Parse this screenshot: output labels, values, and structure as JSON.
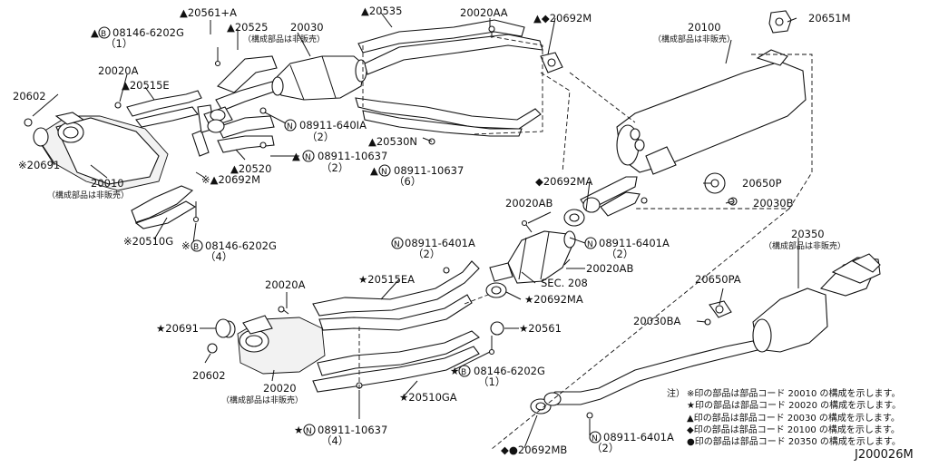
{
  "diagram_code": "J200026M",
  "labels": {
    "p20561A": "▲20561+A",
    "p20525": "▲20525",
    "p20030": "20030",
    "p20030_note": "（構成部品は非販売）",
    "p20535": "▲20535",
    "p20020AA": "20020AA",
    "p20692M_top": "▲◆20692M",
    "p20100": "20100",
    "p20100_note": "（構成部品は非販売）",
    "p20651M": "20651M",
    "bolt_top": "08146-6202G",
    "bolt_top_qty": "（1）",
    "bolt_top_prefix": "▲",
    "p20020A_top": "20020A",
    "p20515E": "▲20515E",
    "p20602_top": "20602",
    "p20691_top": "※20691",
    "p20010": "20010",
    "p20010_note": "（構成部品は非販売）",
    "nut_640IA": "08911-640IA",
    "nut_640IA_qty": "（2）",
    "p20530N": "▲20530N",
    "nut_10637_a": "08911-10637",
    "nut_10637_a_qty": "（2）",
    "nut_10637_a_prefix": "▲",
    "p20520": "▲20520",
    "nut_10637_b": "08911-10637",
    "nut_10637_b_qty": "（6）",
    "nut_10637_b_prefix": "▲",
    "p20692M_left": "※▲20692M",
    "p20692MA_top": "◆20692MA",
    "p20650P": "20650P",
    "p20030B": "20030B",
    "p20510G": "※20510G",
    "bolt_left": "08146-6202G",
    "bolt_left_qty": "（4）",
    "bolt_left_prefix": "※",
    "p20020AB_top": "20020AB",
    "nut_6401A_mid": "08911-6401A",
    "nut_6401A_mid_qty": "（2）",
    "nut_6401A_right": "08911-6401A",
    "nut_6401A_right_qty": "（2）",
    "p20350": "20350",
    "p20350_note": "（構成部品は非販売）",
    "p20020AB_mid": "20020AB",
    "p20515EA": "★20515EA",
    "sec208": "SEC. 208",
    "p20650PA": "20650PA",
    "p20020A_low": "20020A",
    "p20692MA_low": "★20692MA",
    "p20030BA": "20030BA",
    "p20691_low": "★20691",
    "p20561": "★20561",
    "p20602_low": "20602",
    "bolt_low": "08146-6202G",
    "bolt_low_qty": "（1）",
    "bolt_low_prefix": "★",
    "p20020": "20020",
    "p20020_note": "（構成部品は非販売）",
    "p20510GA": "★20510GA",
    "nut_10637_c": "08911-10637",
    "nut_10637_c_qty": "（4）",
    "nut_10637_c_prefix": "★",
    "nut_6401A_low": "08911-6401A",
    "nut_6401A_low_qty": "（2）",
    "p20692MB": "◆●20692MB",
    "circle_B": "B",
    "circle_N": "N"
  },
  "notes": [
    {
      "label": "注）",
      "text": "※印の部品は部品コード 20010 の構成を示します。"
    },
    {
      "label": "",
      "text": "★印の部品は部品コード 20020 の構成を示します。"
    },
    {
      "label": "",
      "text": "▲印の部品は部品コード 20030 の構成を示します。"
    },
    {
      "label": "",
      "text": "◆印の部品は部品コード 20100 の構成を示します。"
    },
    {
      "label": "",
      "text": "●印の部品は部品コード 20350 の構成を示します。"
    }
  ]
}
